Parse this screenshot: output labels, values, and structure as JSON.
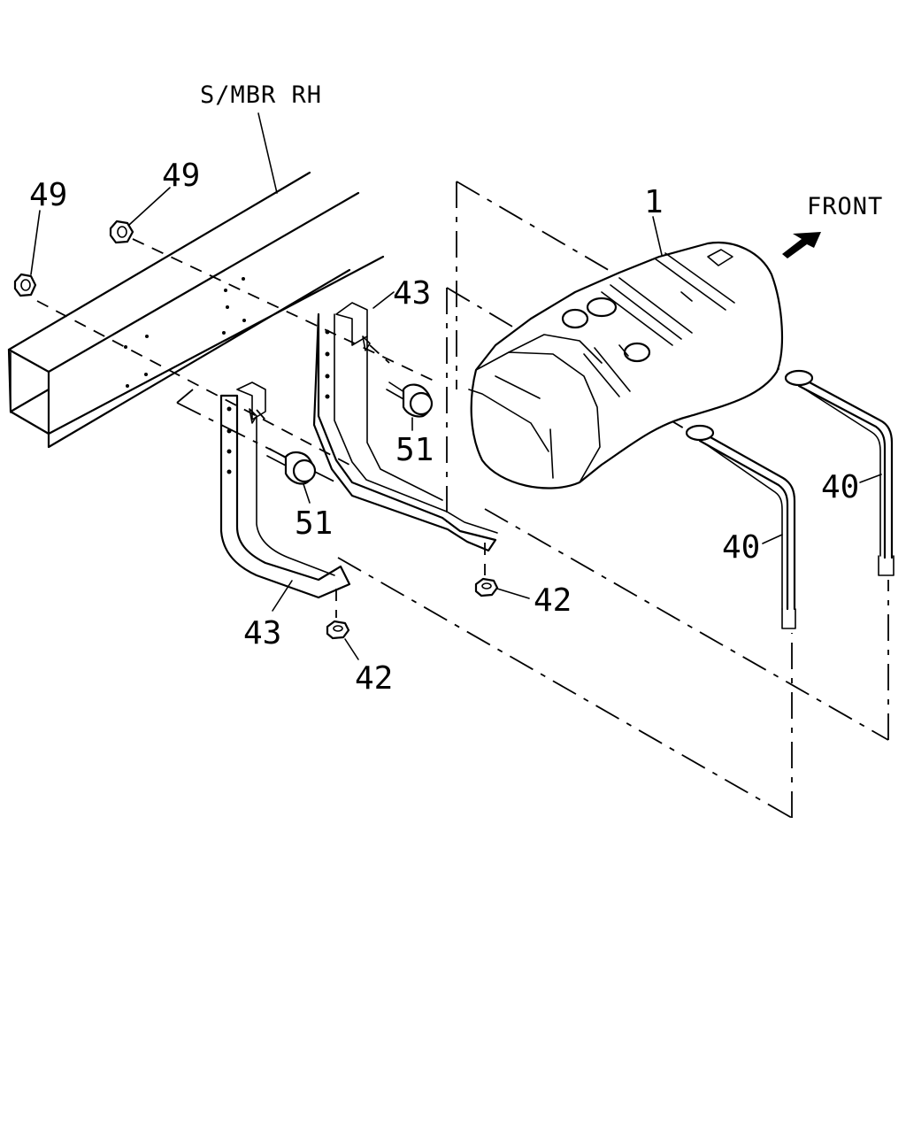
{
  "diagram": {
    "labels": {
      "frame_member": "S/MBR RH",
      "direction": "FRONT",
      "tank": "1",
      "strap_right": "40",
      "strap_left": "40",
      "nut_42_right": "42",
      "nut_42_left": "42",
      "bracket_43_rear": "43",
      "bracket_43_front": "43",
      "nut_49_left": "49",
      "nut_49_right": "49",
      "bolt_51_rear": "51",
      "bolt_51_front": "51"
    }
  }
}
